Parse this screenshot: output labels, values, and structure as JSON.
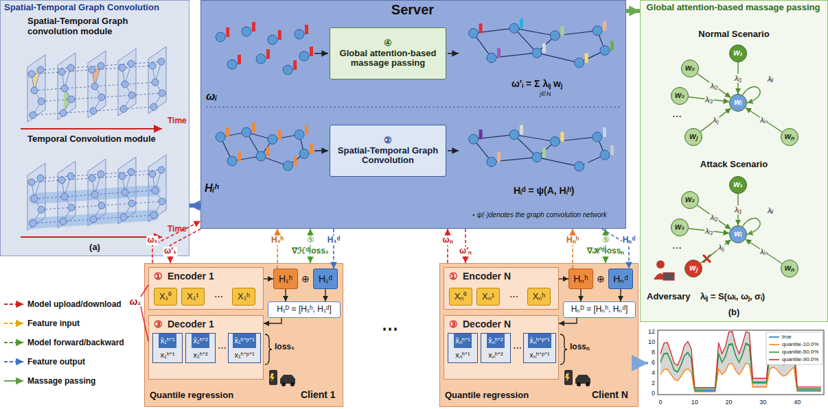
{
  "diagram": {
    "nodes": [
      {
        "text": [
          "Spatial-Temporal Graph Convolution"
        ]
      },
      {
        "text": [
          "Server"
        ]
      },
      {
        "text": [
          "④",
          "Global attention-based massage passing"
        ],
        "in": 1
      },
      {
        "text": [
          "②",
          "Spatial-Temporal Graph Convolution"
        ],
        "in": 1
      },
      {
        "text": [
          "Global attention-based massage passing"
        ]
      },
      {
        "text": [
          "w₁"
        ],
        "in": 4
      },
      {
        "text": [
          "w₂"
        ],
        "in": 4
      },
      {
        "text": [
          "w₃"
        ],
        "in": 4
      },
      {
        "text": [
          "wᵢ"
        ],
        "in": 4
      },
      {
        "text": [
          "wⱼ"
        ],
        "in": 4
      },
      {
        "text": [
          "wₙ"
        ],
        "in": 4
      },
      {
        "text": [
          "w₁"
        ],
        "in": 4
      },
      {
        "text": [
          "w₂"
        ],
        "in": 4
      },
      {
        "text": [
          "w₃"
        ],
        "in": 4
      },
      {
        "text": [
          "wᵢ"
        ],
        "in": 4
      },
      {
        "text": [
          "wⱼ"
        ],
        "in": 4
      },
      {
        "text": [
          "wₙ"
        ],
        "in": 4
      },
      {
        "text": [
          "Client 1"
        ]
      },
      {
        "text": [
          "①",
          "Encoder 1"
        ],
        "in": 17
      },
      {
        "text": [
          "X₁⁰"
        ],
        "in": 18
      },
      {
        "text": [
          "X₁¹"
        ],
        "in": 18
      },
      {
        "text": [
          "X₁ʰ"
        ],
        "in": 18
      },
      {
        "text": [
          "H₁ʰ"
        ],
        "in": 17
      },
      {
        "text": [
          "H₁ᵈ"
        ],
        "in": 17
      },
      {
        "text": [
          "H₁ᴰ = [H₁ʰ, H₁ᵈ]"
        ],
        "in": 17
      },
      {
        "text": [
          "③",
          "Decoder 1"
        ],
        "in": 17
      },
      {
        "text": [
          "x̂₁ʰ⁺¹",
          "x₁ʰ⁺¹"
        ],
        "in": 25
      },
      {
        "text": [
          "x̂₁ʰ⁺²",
          "x₁ʰ⁺²"
        ],
        "in": 25
      },
      {
        "text": [
          "x̂₁ʰ⁺ᵖ⁺¹",
          "x₁ʰ⁺ᵖ⁺¹"
        ],
        "in": 25
      },
      {
        "text": [
          "Client N"
        ]
      },
      {
        "text": [
          "①",
          "Encoder N"
        ],
        "in": 29
      },
      {
        "text": [
          "Xₙ⁰"
        ],
        "in": 30
      },
      {
        "text": [
          "Xₙ¹"
        ],
        "in": 30
      },
      {
        "text": [
          "Xₙʰ"
        ],
        "in": 30
      },
      {
        "text": [
          "Hₙʰ"
        ],
        "in": 29
      },
      {
        "text": [
          "Hₙᵈ"
        ],
        "in": 29
      },
      {
        "text": [
          "Hₙᴰ = [Hₙʰ, Hₙᵈ]"
        ],
        "in": 29
      },
      {
        "text": [
          "③",
          "Decoder N"
        ],
        "in": 29
      },
      {
        "text": [
          "x̂ₙʰ⁺¹",
          "xₙʰ⁺¹"
        ],
        "in": 37
      },
      {
        "text": [
          "x̂ₙʰ⁺²",
          "xₙʰ⁺²"
        ],
        "in": 37
      },
      {
        "text": [
          "x̂ₙʰ⁺ᵖ⁺¹",
          "xₙʰ⁺ᵖ⁺¹"
        ],
        "in": 37
      }
    ],
    "edges": [
      {
        "from": 1,
        "to": 0,
        "arrow": "to"
      },
      {
        "from": 1,
        "to": 4,
        "arrow": "to"
      },
      {
        "from": 5,
        "to": 8,
        "label": "λᵢ₁",
        "arrow": "to"
      },
      {
        "from": 6,
        "to": 8,
        "label": "λᵢ₂",
        "arrow": "to"
      },
      {
        "from": 7,
        "to": 8,
        "label": "λᵢ₃",
        "arrow": "to"
      },
      {
        "from": 9,
        "to": 8,
        "label": "λᵢⱼ",
        "arrow": "to"
      },
      {
        "from": 10,
        "to": 8,
        "label": "λᵢₙ",
        "arrow": "to"
      },
      {
        "from": 11,
        "to": 14,
        "label": "λᵢ₁",
        "arrow": "to"
      },
      {
        "from": 12,
        "to": 14,
        "label": "λᵢ₂",
        "arrow": "to"
      },
      {
        "from": 13,
        "to": 14,
        "label": "λᵢ₃",
        "arrow": "to"
      },
      {
        "from": 15,
        "to": 14,
        "label": "λᵢⱼ",
        "arrow": "to"
      },
      {
        "from": 16,
        "to": 14,
        "label": "λᵢₙ",
        "arrow": "to"
      },
      {
        "from": 17,
        "to": 1,
        "label": "ω₁",
        "arrow": "to"
      },
      {
        "from": 1,
        "to": 17,
        "label": "ω′₁",
        "arrow": "to"
      },
      {
        "from": 22,
        "to": 1,
        "label": "H₁ʰ",
        "arrow": "to"
      },
      {
        "from": 1,
        "to": 17,
        "label": "∇ℋᵈloss₁",
        "arrow": "both"
      },
      {
        "from": 1,
        "to": 23,
        "label": "H₁ᵈ",
        "arrow": "to"
      },
      {
        "from": 18,
        "to": 22,
        "arrow": "to"
      },
      {
        "from": 22,
        "to": 24,
        "arrow": "to"
      },
      {
        "from": 23,
        "to": 24,
        "arrow": "to"
      },
      {
        "from": 24,
        "to": 25,
        "arrow": "to"
      },
      {
        "from": 29,
        "to": 1,
        "label": "ωₙ",
        "arrow": "to"
      },
      {
        "from": 1,
        "to": 29,
        "label": "ω′ₙ",
        "arrow": "to"
      },
      {
        "from": 34,
        "to": 1,
        "label": "Hₙʰ",
        "arrow": "to"
      },
      {
        "from": 1,
        "to": 29,
        "label": "∇ℋᵈlossₙ",
        "arrow": "both"
      },
      {
        "from": 1,
        "to": 35,
        "label": "Hₙᵈ",
        "arrow": "to"
      },
      {
        "from": 30,
        "to": 34,
        "arrow": "to"
      },
      {
        "from": 34,
        "to": 36,
        "arrow": "to"
      },
      {
        "from": 35,
        "to": 36,
        "arrow": "to"
      },
      {
        "from": 36,
        "to": 37,
        "arrow": "to"
      }
    ],
    "labels": [
      "Spatial-Temporal Graph convolution module",
      "Time",
      "Temporal Convolution module",
      "Time",
      "(a)",
      "ωᵢ",
      "Hᵢʰ",
      "ω′ᵢ = Σ λᵢⱼ wⱼ",
      "j∈N",
      "Hᵢᵈ = ψ(A, Hᵢʰ)",
      "⋆ ψ(·)denotes the graph convolution network",
      "Normal Scenario",
      "λᵢᵢ",
      "⋯",
      "Attack Scenario",
      "λᵢᵢ",
      "⋯",
      "Adversary",
      "λᵢⱼ = S(ωᵢ, ωⱼ, σᵢ)",
      "(b)",
      "⑤",
      "⑤",
      "⊕",
      "⋯",
      "⋯",
      "loss₁",
      "Quantile regression",
      "ω₁",
      "⋯",
      "⊕",
      "⋯",
      "⋯",
      "lossₙ",
      "Quantile regression",
      "true",
      "quantile-10.0%",
      "quantile-50.0%",
      "quantile-90.0%",
      "0",
      "2",
      "4",
      "6",
      "8",
      "10",
      "12",
      "0",
      "10",
      "20",
      "30",
      "40"
    ],
    "legend": [
      {
        "text": "Model upload/download"
      },
      {
        "text": "Feature input"
      },
      {
        "text": "Model forward/backward"
      },
      {
        "text": "Feature output"
      },
      {
        "text": "Massage passing"
      }
    ]
  }
}
